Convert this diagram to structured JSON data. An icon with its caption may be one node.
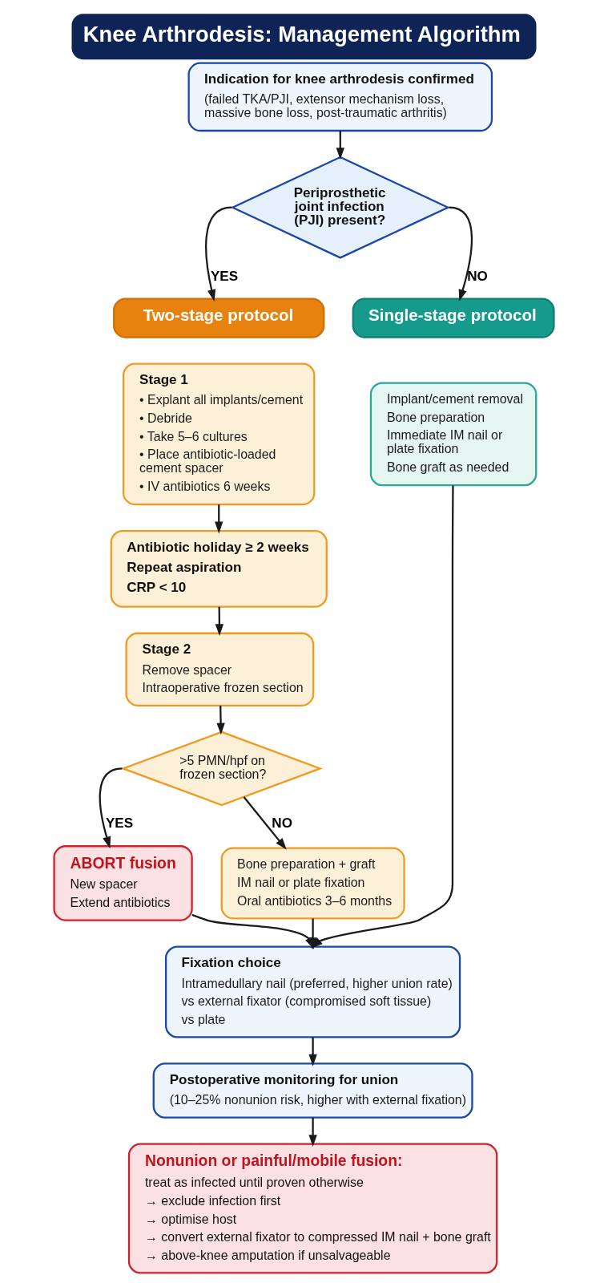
{
  "diagram": {
    "title": "Knee Arthrodesis: Management Algorithm",
    "nodes": [
      {
        "text": [
          "Indication for knee arthrodesis confirmed",
          "(failed TKA/PJI, extensor mechanism loss, massive bone loss, post-traumatic arthritis)"
        ]
      },
      {
        "text": [
          "Periprosthetic joint infection (PJI) present?"
        ]
      },
      {
        "text": [
          "Two-stage protocol"
        ]
      },
      {
        "text": [
          "Single-stage protocol"
        ]
      },
      {
        "text": [
          "Stage 1",
          "• Explant all implants/cement",
          "• Debride",
          "• Take 5–6 cultures",
          "• Place antibiotic-loaded cement spacer",
          "• IV antibiotics 6 weeks"
        ]
      },
      {
        "text": [
          "Implant/cement removal",
          "Bone preparation",
          "Immediate IM nail or plate fixation",
          "Bone graft as needed"
        ]
      },
      {
        "text": [
          "Antibiotic holiday ≥ 2 weeks",
          "Repeat aspiration",
          "CRP < 10"
        ]
      },
      {
        "text": [
          "Stage 2",
          "Remove spacer",
          "Intraoperative frozen section"
        ]
      },
      {
        "text": [
          ">5 PMN/hpf on frozen section?"
        ]
      },
      {
        "text": [
          "ABORT fusion",
          "New spacer",
          "Extend antibiotics"
        ]
      },
      {
        "text": [
          "Bone preparation + graft",
          "IM nail or plate fixation",
          "Oral antibiotics 3–6 months"
        ]
      },
      {
        "text": [
          "Fixation choice",
          "Intramedullary nail (preferred, higher union rate)",
          "vs external fixator (compromised soft tissue)",
          "vs plate"
        ]
      },
      {
        "text": [
          "Postoperative monitoring for union",
          "(10–25% nonunion risk, higher with external fixation)"
        ]
      },
      {
        "text": [
          "Nonunion or painful/mobile fusion:",
          "treat as infected until proven otherwise",
          "→ exclude infection first",
          "→ optimise host",
          "→ convert external fixator to compressed IM nail + bone graft",
          "→ above-knee amputation if unsalvageable"
        ]
      }
    ],
    "edges": [
      {
        "from": 0,
        "to": 1,
        "arrow": "to"
      },
      {
        "from": 1,
        "to": 2,
        "arrow": "to",
        "label": "YES"
      },
      {
        "from": 1,
        "to": 3,
        "arrow": "to",
        "label": "NO"
      },
      {
        "from": 4,
        "to": 6,
        "arrow": "to"
      },
      {
        "from": 6,
        "to": 7,
        "arrow": "to"
      },
      {
        "from": 7,
        "to": 8,
        "arrow": "to"
      },
      {
        "from": 8,
        "to": 9,
        "arrow": "to",
        "label": "YES"
      },
      {
        "from": 8,
        "to": 10,
        "arrow": "to",
        "label": "NO"
      },
      {
        "from": 9,
        "to": 11,
        "arrow": "to"
      },
      {
        "from": 10,
        "to": 11,
        "arrow": "to"
      },
      {
        "from": 5,
        "to": 11,
        "arrow": "to"
      },
      {
        "from": 11,
        "to": 12,
        "arrow": "to"
      },
      {
        "from": 12,
        "to": 13,
        "arrow": "to"
      }
    ]
  }
}
